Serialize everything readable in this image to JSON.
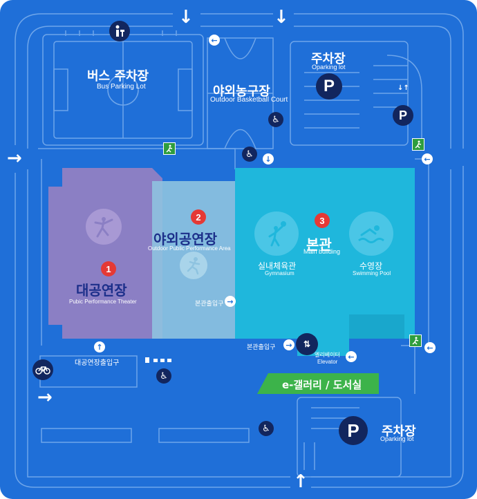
{
  "colors": {
    "background": "#1f6fd8",
    "theater": "#8b7fc4",
    "outdoor": "#8ec3e0",
    "main_building": "#1fb7dc",
    "gallery": "#3cb34a",
    "badge": "#e53935",
    "icon_dark": "#12265e"
  },
  "areas": {
    "bus_parking": {
      "ko": "버스 주차장",
      "en": "Bus Parking Lot"
    },
    "basketball": {
      "ko": "야외농구장",
      "en": "Outdoor Basketball Court"
    },
    "parking_top": {
      "ko": "주차장",
      "en": "Oparking lot"
    },
    "parking_bottom": {
      "ko": "주차장",
      "en": "Oparking lot"
    },
    "theater": {
      "number": "1",
      "ko": "대공연장",
      "en": "Pubic Performance Theater"
    },
    "outdoor_stage": {
      "number": "2",
      "ko": "야외공연장",
      "en": "Outdoor Public Performance Area"
    },
    "main_building": {
      "number": "3",
      "ko": "본관",
      "en": "Main building"
    },
    "gymnasium": {
      "ko": "실내체육관",
      "en": "Gymnasium"
    },
    "swimming_pool": {
      "ko": "수영장",
      "en": "Swimming Pool"
    },
    "gallery": {
      "ko": "e-갤러리 / 도서실"
    }
  },
  "entrances": {
    "main_entrance_1": "본관출입구",
    "main_entrance_2": "본관출입구",
    "theater_entrance": "대공연장출입구",
    "elevator_ko": "엘리베이터",
    "elevator_en": "Elevator"
  },
  "icons": {
    "parking_symbol": "P",
    "wheelchair": "wheelchair-icon",
    "bicycle": "bicycle-icon",
    "restroom": "drinking-fountain-icon",
    "exit": "emergency-exit-icon"
  }
}
